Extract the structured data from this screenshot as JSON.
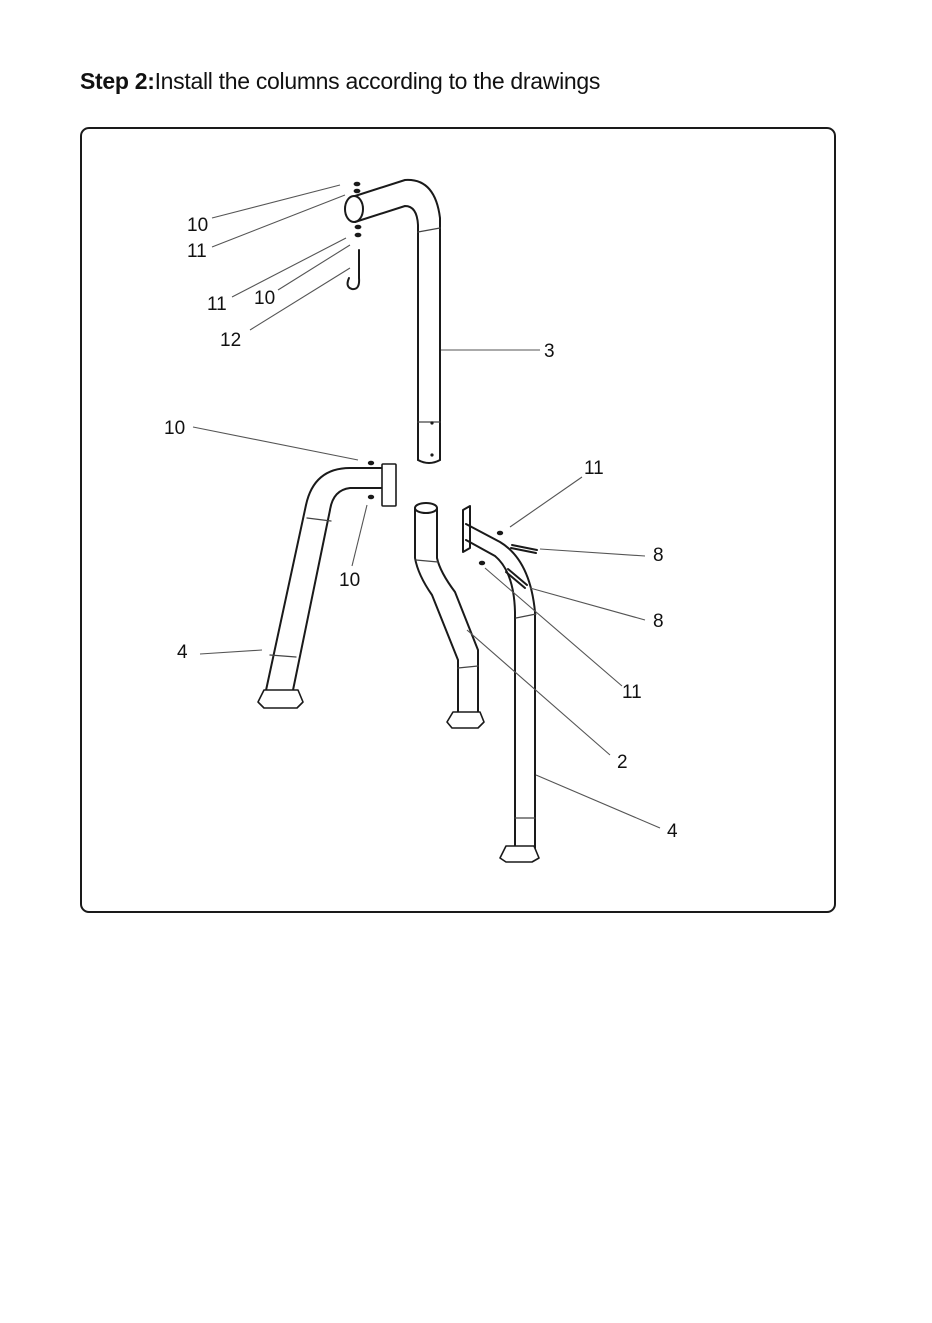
{
  "header": {
    "step_label": "Step 2:",
    "instruction": "Install the columns according to the drawings"
  },
  "callouts": {
    "c10_top": "10",
    "c11_top": "11",
    "c11_mid": "11",
    "c10_mid": "10",
    "c12": "12",
    "c3": "3",
    "c10_left": "10",
    "c10_left_low": "10",
    "c11_right": "11",
    "c8_upper": "8",
    "c8_lower": "8",
    "c11_right_low": "11",
    "c4_left": "4",
    "c2": "2",
    "c4_right": "4"
  }
}
